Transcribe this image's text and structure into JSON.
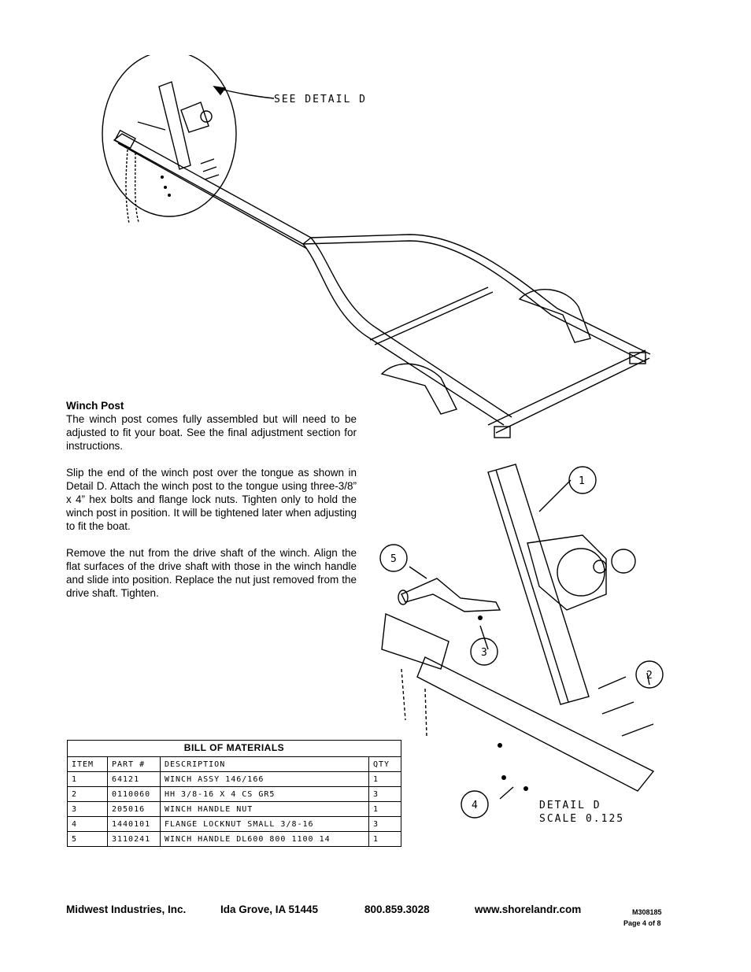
{
  "drawing": {
    "see_detail_label": "SEE DETAIL  D",
    "detail_label": "DETAIL  D",
    "scale_label": "SCALE  0.125",
    "callouts": [
      "1",
      "2",
      "3",
      "4",
      "5"
    ]
  },
  "instructions": {
    "heading": "Winch Post",
    "paragraphs": [
      "The winch post comes fully assembled but will need to be adjusted to fit your boat. See the final adjustment section for instructions.",
      "Slip the end of the winch post over the tongue as shown in Detail D. Attach the winch post to the tongue using three-3/8” x 4” hex bolts and flange lock nuts. Tighten only to hold the winch post in position. It will be tightened later when adjusting to fit the boat.",
      "Remove the nut from the drive shaft of the winch. Align the flat surfaces of the drive shaft with those in the winch handle and slide into position. Replace the nut just removed from the drive shaft. Tighten."
    ]
  },
  "bom": {
    "title": "BILL OF MATERIALS",
    "headers": [
      "ITEM",
      "PART #",
      "DESCRIPTION",
      "QTY"
    ],
    "rows": [
      [
        "1",
        "64121",
        "WINCH ASSY   146/166",
        "1"
      ],
      [
        "2",
        "0110060",
        "HH 3/8-16 X 4 CS GR5",
        "3"
      ],
      [
        "3",
        "205016",
        "WINCH HANDLE NUT",
        "1"
      ],
      [
        "4",
        "1440101",
        "FLANGE LOCKNUT SMALL 3/8-16",
        "3"
      ],
      [
        "5",
        "3110241",
        "WINCH HANDLE   DL600 800 1100 14",
        "1"
      ]
    ]
  },
  "footer": {
    "company": "Midwest Industries, Inc.",
    "city": "Ida Grove, IA  51445",
    "phone": "800.859.3028",
    "website": "www.shorelandr.com",
    "doc_number": "M308185",
    "page": "Page 4 of 8"
  }
}
